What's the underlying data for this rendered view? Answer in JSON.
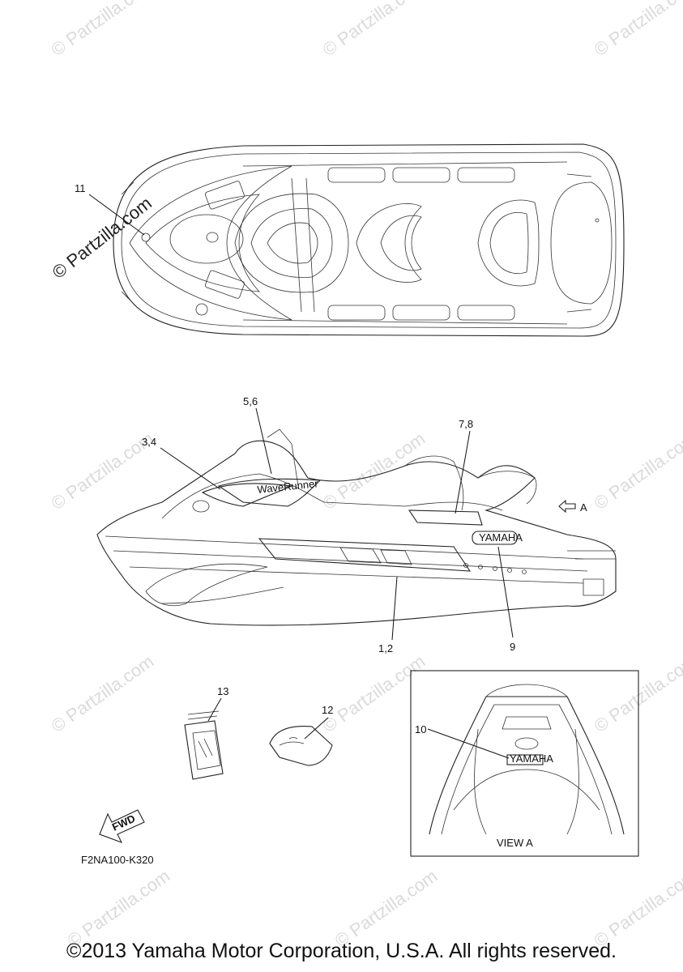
{
  "callouts": {
    "c11": "11",
    "c56": "5,6",
    "c34": "3,4",
    "c78": "7,8",
    "c12a": "1,2",
    "c9": "9",
    "c13": "13",
    "c12": "12",
    "c10": "10"
  },
  "view_arrow_label": "A",
  "view_label": "VIEW A",
  "fwd_label": "FWD",
  "decal_texts": {
    "yamaha": "YAMAHA",
    "waverunner": "WaveRunner"
  },
  "diagram_code": "F2NA100-K320",
  "watermark": "© Partzilla.com",
  "watermark_repeat": "© Partzilla.com",
  "copyright": "©2013 Yamaha Motor Corporation, U.S.A. All rights reserved.",
  "colors": {
    "line": "#222222",
    "watermark": "#bdbdbd"
  }
}
